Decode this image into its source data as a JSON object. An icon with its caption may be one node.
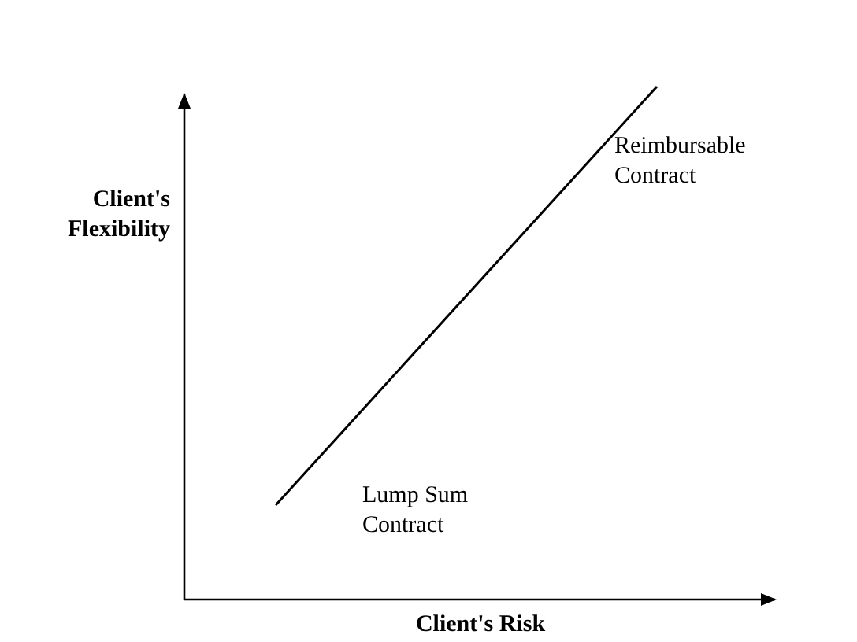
{
  "diagram": {
    "labels": [
      "Client's Flexibility",
      "Reimbursable Contract",
      "Lump Sum Contract",
      "Client's Risk"
    ]
  }
}
